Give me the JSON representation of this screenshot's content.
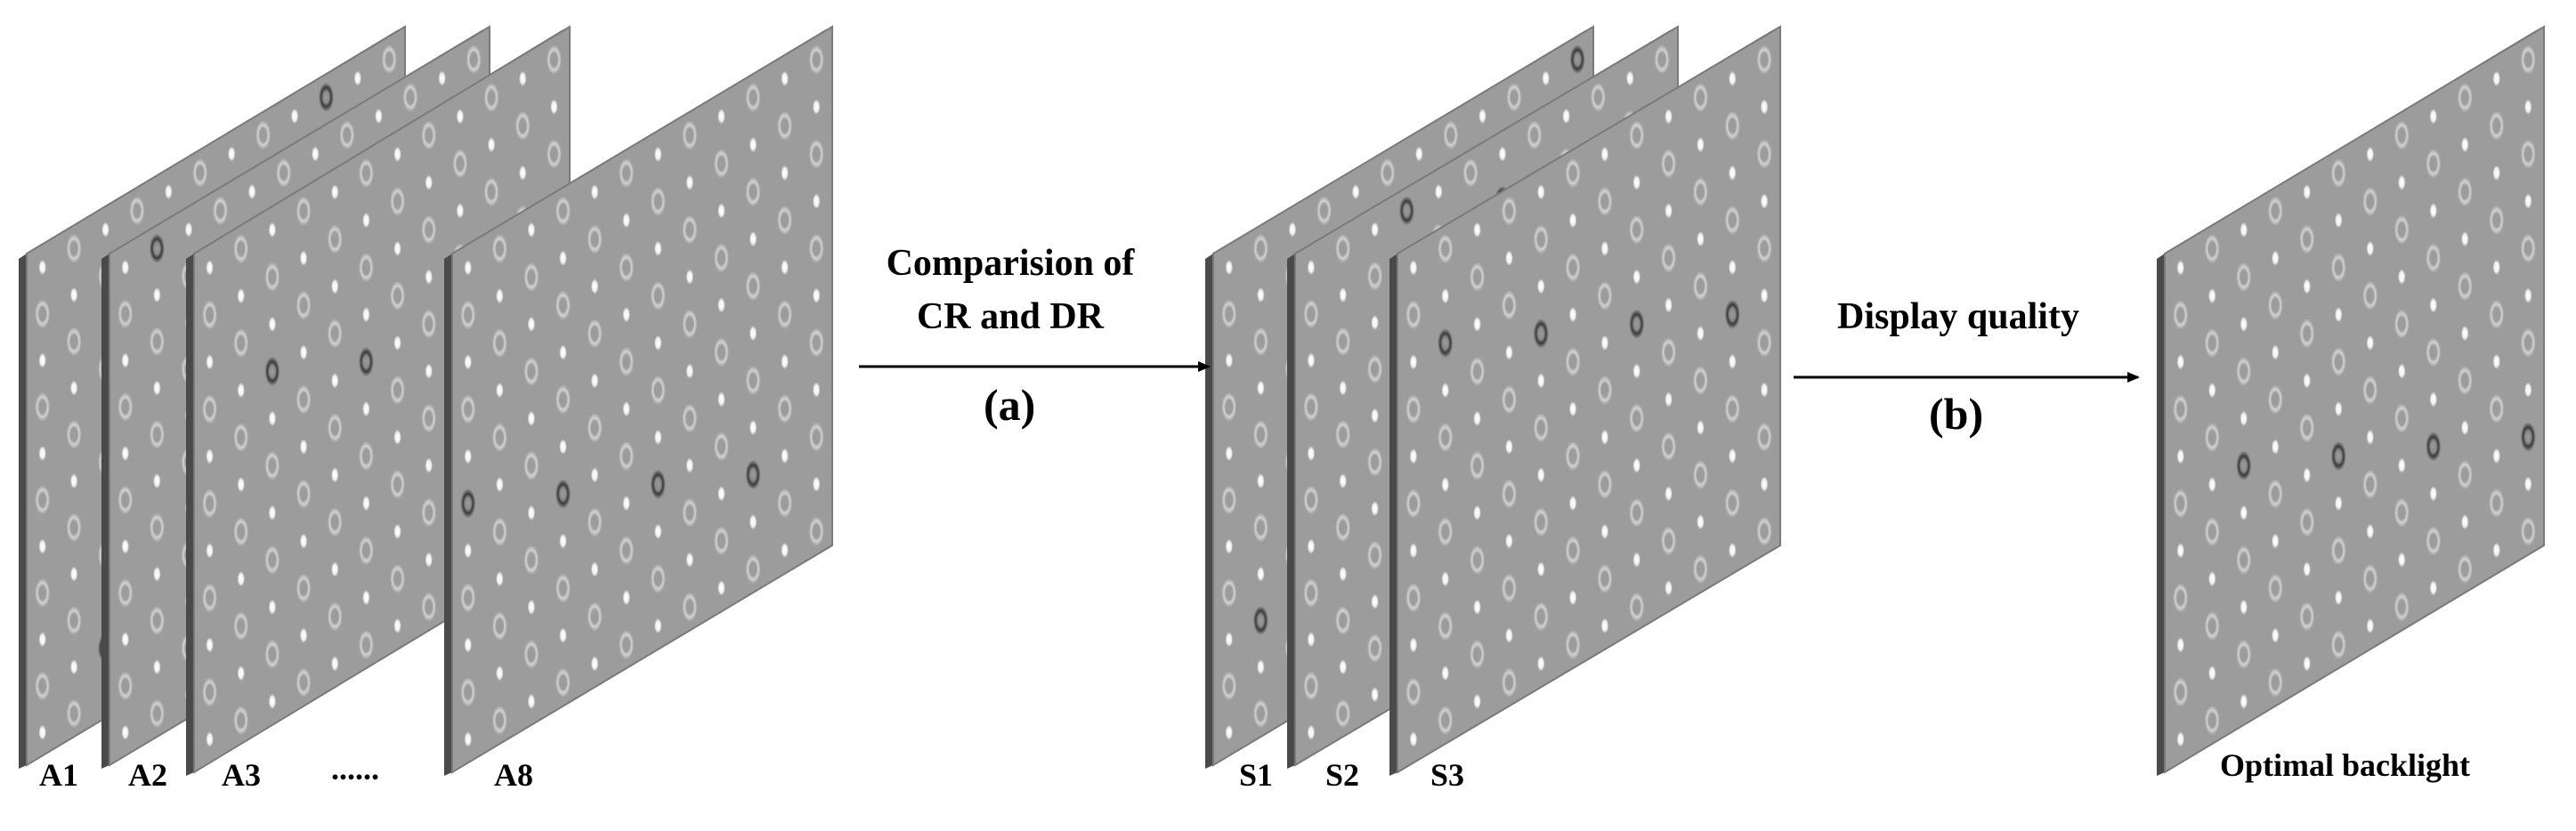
{
  "panels": {
    "input_group": [
      "A1",
      "A2",
      "A3",
      "A8"
    ],
    "ellipsis": "......",
    "selected_group": [
      "S1",
      "S2",
      "S3"
    ],
    "output": "Optimal backlight"
  },
  "steps": [
    {
      "title_lines": [
        "Comparision of",
        "CR and DR"
      ],
      "tag": "(a)"
    },
    {
      "title_lines": [
        "Display quality"
      ],
      "tag": "(b)"
    }
  ],
  "colors": {
    "panel_face": "#9c9c9c",
    "panel_edge": "#4a4a4a",
    "ring_light": "#c4c4c4",
    "ring_dark": "#3e3e3e",
    "dot": "#ffffff",
    "arrow": "#000000",
    "text": "#000000"
  }
}
